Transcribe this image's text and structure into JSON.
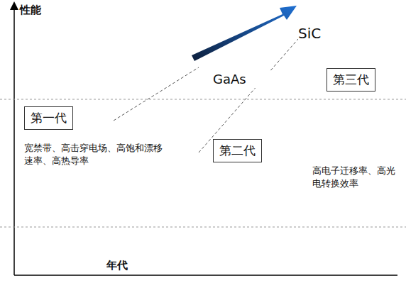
{
  "diagram": {
    "nodes": [
      {
        "text": [
          "第一代"
        ]
      },
      {
        "text": [
          "第二代"
        ]
      },
      {
        "text": [
          "第三代"
        ]
      }
    ],
    "labels": [
      "性能",
      "年代",
      "SiC",
      "GaAs",
      "宽禁带、高击穿电场、高饱和漂移速率、高热导率",
      "高电子迁移率、高光电转换效率"
    ]
  }
}
